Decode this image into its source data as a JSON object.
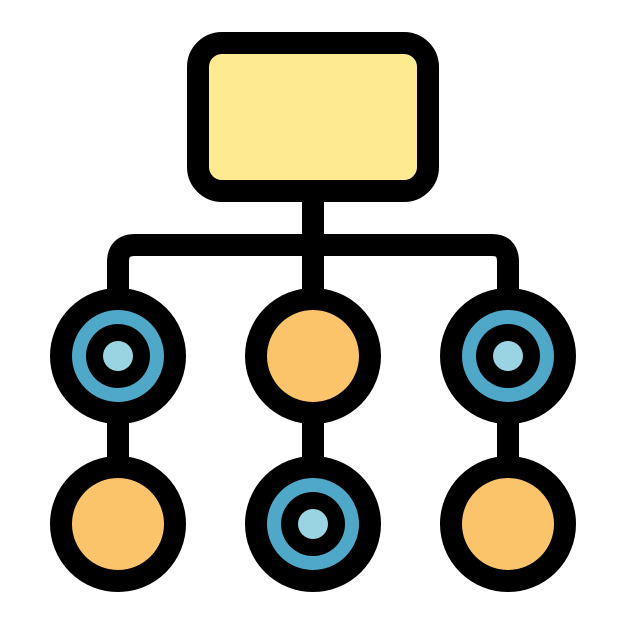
{
  "icon": {
    "name": "hierarchy-structure-icon",
    "colors": {
      "outline": "#000000",
      "root_fill": "#FEEA91",
      "orange_fill": "#FBC46A",
      "blue_ring": "#4FA8C8",
      "light_blue_dot": "#9AD3E2",
      "background": "#FFFFFF"
    },
    "nodes": {
      "top_row": [
        "ring",
        "solid",
        "ring"
      ],
      "bottom_row": [
        "solid",
        "ring",
        "solid"
      ]
    }
  }
}
